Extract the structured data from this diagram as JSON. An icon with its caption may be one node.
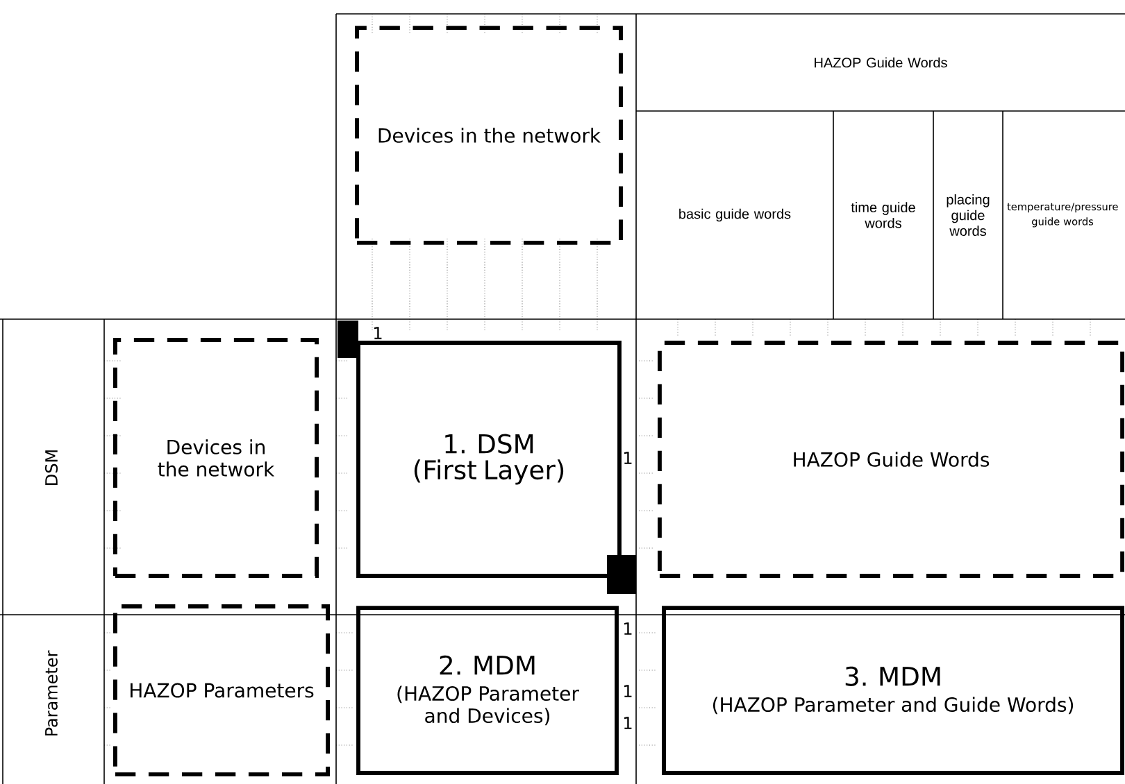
{
  "diagram": {
    "nodes": [
      {
        "text": [
          "Devices in the network"
        ]
      },
      {
        "text": [
          "Devices in the network"
        ]
      },
      {
        "text": [
          "1. DSM",
          "(First Layer)"
        ]
      },
      {
        "text": [
          "HAZOP Guide Words"
        ]
      },
      {
        "text": [
          "HAZOP Parameters"
        ]
      },
      {
        "text": [
          "2. MDM",
          "(HAZOP Parameter and Devices)"
        ]
      },
      {
        "text": [
          "3. MDM",
          "(HAZOP Parameter and Guide Words)"
        ]
      }
    ],
    "labels": [
      "HAZOP Guide Words",
      "basic guide words",
      "time guide words",
      "placing guide words",
      "temperature/pressure guide words",
      "DSM",
      "Parameter",
      "1",
      "1",
      "1",
      "1",
      "1"
    ]
  }
}
